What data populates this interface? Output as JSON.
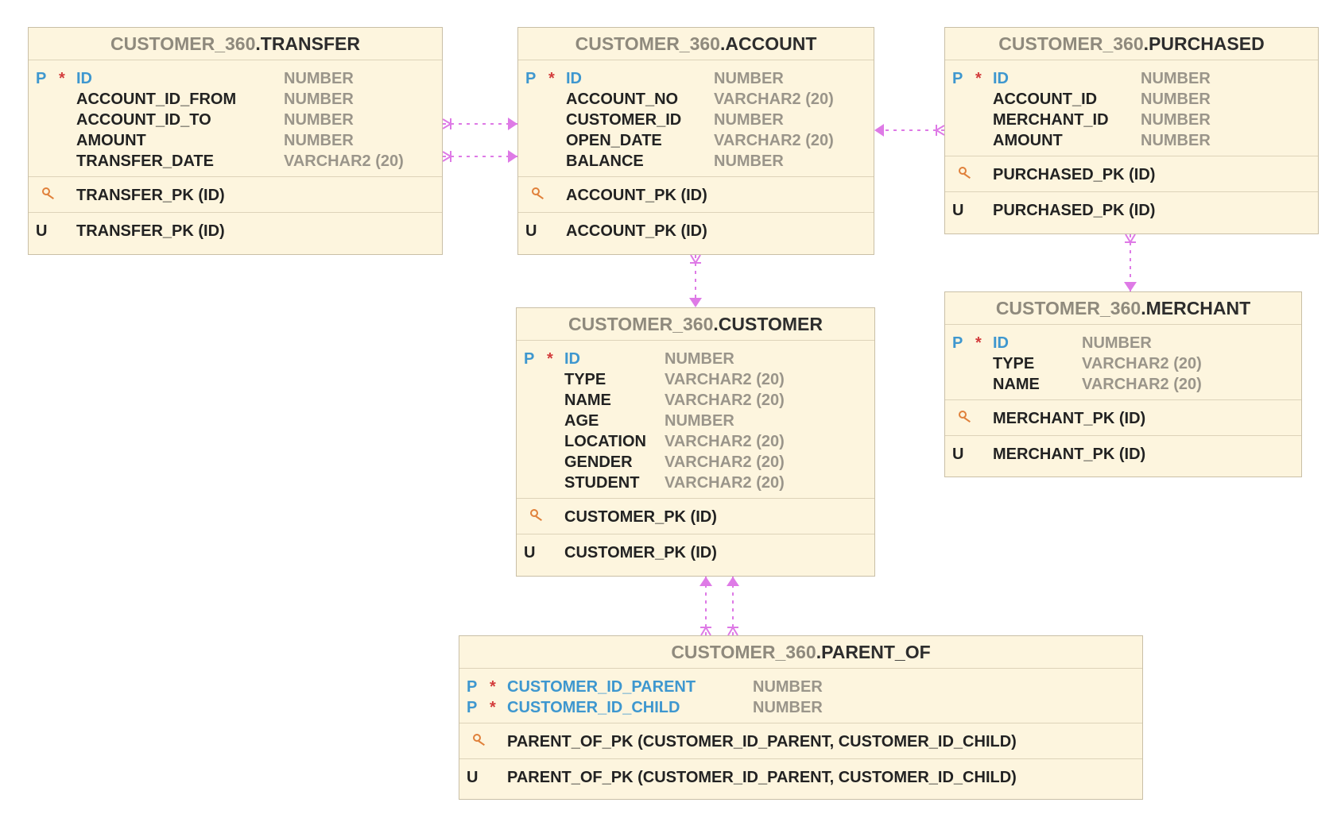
{
  "diagram": {
    "tables": {
      "transfer": {
        "schema": "CUSTOMER_360",
        "sep": ".",
        "name": "TRANSFER",
        "columns": [
          {
            "pk": "P",
            "star": "*",
            "name": "ID",
            "type": "NUMBER"
          },
          {
            "name": "ACCOUNT_ID_FROM",
            "type": "NUMBER"
          },
          {
            "name": "ACCOUNT_ID_TO",
            "type": "NUMBER"
          },
          {
            "name": "AMOUNT",
            "type": "NUMBER"
          },
          {
            "name": "TRANSFER_DATE",
            "type": "VARCHAR2 (20)"
          }
        ],
        "pk_key": "TRANSFER_PK (ID)",
        "unique_marker": "U",
        "unique_key": "TRANSFER_PK (ID)"
      },
      "account": {
        "schema": "CUSTOMER_360",
        "sep": ".",
        "name": "ACCOUNT",
        "columns": [
          {
            "pk": "P",
            "star": "*",
            "name": "ID",
            "type": "NUMBER"
          },
          {
            "name": "ACCOUNT_NO",
            "type": "VARCHAR2 (20)"
          },
          {
            "name": "CUSTOMER_ID",
            "type": "NUMBER"
          },
          {
            "name": "OPEN_DATE",
            "type": "VARCHAR2 (20)"
          },
          {
            "name": "BALANCE",
            "type": "NUMBER"
          }
        ],
        "pk_key": "ACCOUNT_PK (ID)",
        "unique_marker": "U",
        "unique_key": "ACCOUNT_PK (ID)"
      },
      "purchased": {
        "schema": "CUSTOMER_360",
        "sep": ".",
        "name": "PURCHASED",
        "columns": [
          {
            "pk": "P",
            "star": "*",
            "name": "ID",
            "type": "NUMBER"
          },
          {
            "name": "ACCOUNT_ID",
            "type": "NUMBER"
          },
          {
            "name": "MERCHANT_ID",
            "type": "NUMBER"
          },
          {
            "name": "AMOUNT",
            "type": "NUMBER"
          }
        ],
        "pk_key": "PURCHASED_PK (ID)",
        "unique_marker": "U",
        "unique_key": "PURCHASED_PK (ID)"
      },
      "customer": {
        "schema": "CUSTOMER_360",
        "sep": ".",
        "name": "CUSTOMER",
        "columns": [
          {
            "pk": "P",
            "star": "*",
            "name": "ID",
            "type": "NUMBER"
          },
          {
            "name": "TYPE",
            "type": "VARCHAR2 (20)"
          },
          {
            "name": "NAME",
            "type": "VARCHAR2 (20)"
          },
          {
            "name": "AGE",
            "type": "NUMBER"
          },
          {
            "name": "LOCATION",
            "type": "VARCHAR2 (20)"
          },
          {
            "name": "GENDER",
            "type": "VARCHAR2 (20)"
          },
          {
            "name": "STUDENT",
            "type": "VARCHAR2 (20)"
          }
        ],
        "pk_key": "CUSTOMER_PK (ID)",
        "unique_marker": "U",
        "unique_key": "CUSTOMER_PK (ID)"
      },
      "merchant": {
        "schema": "CUSTOMER_360",
        "sep": ".",
        "name": "MERCHANT",
        "columns": [
          {
            "pk": "P",
            "star": "*",
            "name": "ID",
            "type": "NUMBER"
          },
          {
            "name": "TYPE",
            "type": "VARCHAR2 (20)"
          },
          {
            "name": "NAME",
            "type": "VARCHAR2 (20)"
          }
        ],
        "pk_key": "MERCHANT_PK (ID)",
        "unique_marker": "U",
        "unique_key": "MERCHANT_PK (ID)"
      },
      "parent_of": {
        "schema": "CUSTOMER_360",
        "sep": ".",
        "name": "PARENT_OF",
        "columns": [
          {
            "pk": "P",
            "star": "*",
            "name": "CUSTOMER_ID_PARENT",
            "type": "NUMBER"
          },
          {
            "pk": "P",
            "star": "*",
            "name": "CUSTOMER_ID_CHILD",
            "type": "NUMBER"
          }
        ],
        "pk_key": "PARENT_OF_PK (CUSTOMER_ID_PARENT, CUSTOMER_ID_CHILD)",
        "unique_marker": "U",
        "unique_key": "PARENT_OF_PK (CUSTOMER_ID_PARENT, CUSTOMER_ID_CHILD)"
      }
    },
    "relationships": [
      {
        "from": "transfer",
        "to": "account"
      },
      {
        "from": "transfer",
        "to": "account"
      },
      {
        "from": "purchased",
        "to": "account"
      },
      {
        "from": "account",
        "to": "customer"
      },
      {
        "from": "purchased",
        "to": "merchant"
      },
      {
        "from": "parent_of",
        "to": "customer"
      },
      {
        "from": "parent_of",
        "to": "customer"
      }
    ],
    "colors": {
      "table_fill": "#fdf5de",
      "table_border": "#c9bfa6",
      "schema_text": "#8f8a7d",
      "pk_text": "#3e97cf",
      "mandatory_star": "#d33c3c",
      "type_text": "#9a958a",
      "key_icon": "#e0803a",
      "relationship_line": "#de7ae6"
    }
  }
}
